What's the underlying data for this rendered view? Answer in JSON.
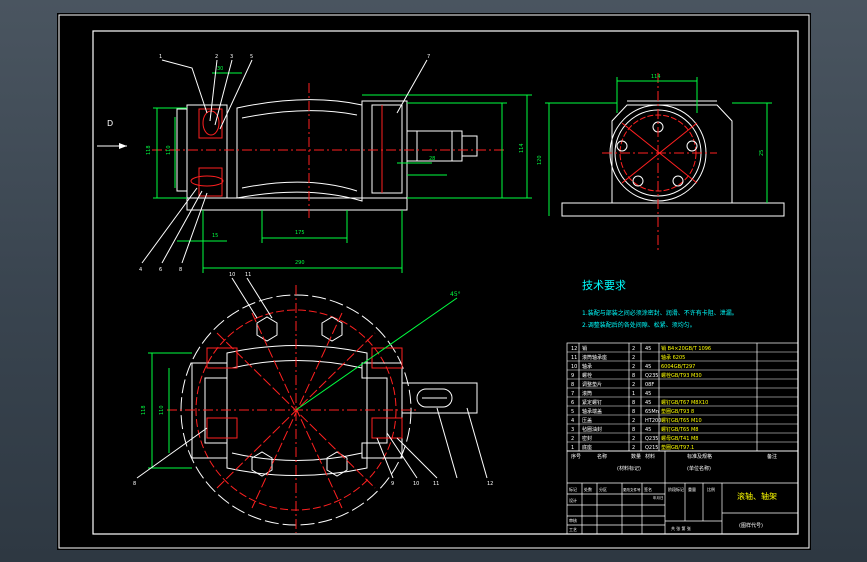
{
  "colors": {
    "frame": "#ffffff",
    "outline": "#ffffff",
    "center": "#ff2020",
    "dimension": "#00ff40",
    "hatch": "#ff2020",
    "text_cyan": "#00ffff",
    "text_yellow": "#ffff00",
    "text_white": "#ffffff",
    "blue": "#4060ff",
    "magenta": "#ff40ff"
  },
  "view_label": "D",
  "tech_requirements": {
    "title": "技术要求",
    "line1": "1.装配与部装之间必须涂密封、润滑、不许有卡阻、泄漏。",
    "line2": "2.调整装配后的各处间隙、松紧、须均匀。"
  },
  "bom_rows": [
    {
      "no": "12",
      "name": "销",
      "qty": "2",
      "mat": "45",
      "std": "销 B4×20GB/T 1096"
    },
    {
      "no": "11",
      "name": "滚筒轴承座",
      "qty": "2",
      "mat": "",
      "std": "轴承 6205"
    },
    {
      "no": "10",
      "name": "轴承",
      "qty": "2",
      "mat": "45",
      "std": "6004GB/T297"
    },
    {
      "no": "9",
      "name": "螺栓",
      "qty": "8",
      "mat": "Q235",
      "std": "螺栓GB/T93 M30"
    },
    {
      "no": "8",
      "name": "调整垫片",
      "qty": "2",
      "mat": "08F",
      "std": ""
    },
    {
      "no": "7",
      "name": "滚筒",
      "qty": "1",
      "mat": "45",
      "std": ""
    },
    {
      "no": "6",
      "name": "紧定螺钉",
      "qty": "8",
      "mat": "45",
      "std": "螺钉GB/T67 M8X10"
    },
    {
      "no": "5",
      "name": "轴承端盖",
      "qty": "8",
      "mat": "65Mn",
      "std": "垫圈GB/T93 8"
    },
    {
      "no": "4",
      "name": "压盖",
      "qty": "2",
      "mat": "HT200",
      "std": "螺钉GB/T65 M10"
    },
    {
      "no": "3",
      "name": "毡圈油封",
      "qty": "8",
      "mat": "45",
      "std": "螺钉GB/T65 M8"
    },
    {
      "no": "2",
      "name": "密封",
      "qty": "2",
      "mat": "Q235",
      "std": "螺母GB/T41 M8"
    },
    {
      "no": "1",
      "name": "底座",
      "qty": "2",
      "mat": "Q215",
      "std": "垫圈GB/T97.1"
    }
  ],
  "bom_header": {
    "no": "序号",
    "name": "名称",
    "qty": "数量",
    "mat": "材料",
    "std": "标准及规格",
    "note": "备注"
  },
  "title_block": {
    "unit": "(单位名称)",
    "drawing_name": "滚轴、轴架",
    "drawing_no": "(图样代号)",
    "material_mark": "(材料标记)",
    "scale_label": "比例",
    "stage_label": "阶段标记",
    "weight_label": "重量",
    "sheet_label": "共  张  第  张",
    "rows": [
      "标记",
      "设计",
      "审核",
      "工艺"
    ],
    "cols": [
      "处数",
      "分区",
      "更改文件号",
      "签名",
      "年月日"
    ]
  },
  "dims": {
    "d118": "118",
    "d114": "114",
    "d110": "110",
    "d175": "175",
    "d290": "290",
    "d15": "15",
    "d30": "30",
    "d28": "28",
    "d120": "120",
    "d25": "25",
    "d45deg": "45°"
  },
  "balloons": [
    "1",
    "2",
    "3",
    "4",
    "5",
    "6",
    "7",
    "8",
    "9",
    "10",
    "11",
    "12"
  ]
}
